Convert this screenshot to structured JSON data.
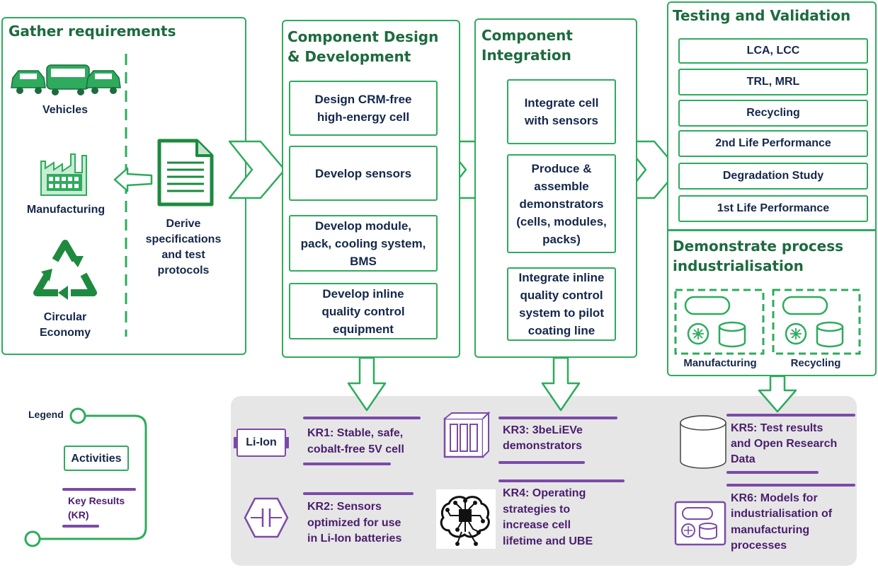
{
  "gather": {
    "title": "Gather requirements",
    "vehicles": "Vehicles",
    "manufacturing": "Manufacturing",
    "circular_line1": "Circular",
    "circular_line2": "Economy",
    "derive_line1": "Derive",
    "derive_line2": "specifications",
    "derive_line3": "and test",
    "derive_line4": "protocols"
  },
  "design": {
    "title_line1": "Component Design",
    "title_line2": "& Development",
    "box1_line1": "Design CRM-free",
    "box1_line2": "high-energy cell",
    "box2": "Develop sensors",
    "box3_line1": "Develop module,",
    "box3_line2": "pack, cooling system,",
    "box3_line3": "BMS",
    "box4_line1": "Develop inline",
    "box4_line2": "quality control",
    "box4_line3": "equipment"
  },
  "integration": {
    "title_line1": "Component",
    "title_line2": "Integration",
    "box1_line1": "Integrate cell",
    "box1_line2": "with sensors",
    "box2_line1": "Produce &",
    "box2_line2": "assemble",
    "box2_line3": "demonstrators",
    "box2_line4": "(cells, modules,",
    "box2_line5": "packs)",
    "box3_line1": "Integrate inline",
    "box3_line2": "quality control",
    "box3_line3": "system to pilot",
    "box3_line4": "coating line"
  },
  "testing": {
    "title": "Testing and Validation",
    "items": [
      "LCA, LCC",
      "TRL, MRL",
      "Recycling",
      "2nd Life Performance",
      "Degradation Study",
      "1st Life Performance"
    ]
  },
  "demonstrate": {
    "title_line1": "Demonstrate process",
    "title_line2": "industrialisation",
    "manufacturing": "Manufacturing",
    "recycling": "Recycling"
  },
  "legend": {
    "title": "Legend",
    "activities": "Activities",
    "kr_line1": "Key Results",
    "kr_line2": "(KR)"
  },
  "key_results": {
    "liion_label": "Li-Ion",
    "kr1_line1": "KR1: Stable, safe,",
    "kr1_line2": "cobalt-free 5V cell",
    "kr2_line1": "KR2: Sensors",
    "kr2_line2": "optimized for use",
    "kr2_line3": "in Li-Ion batteries",
    "kr3_line1": "KR3: 3beLiEVe",
    "kr3_line2": "demonstrators",
    "kr4_line1": "KR4: Operating",
    "kr4_line2": "strategies to",
    "kr4_line3": "increase cell",
    "kr4_line4": "lifetime and UBE",
    "kr5_line1": "KR5: Test results",
    "kr5_line2": "and Open Research",
    "kr5_line3": "Data",
    "kr6_line1": "KR6: Models for",
    "kr6_line2": "industrialisation of",
    "kr6_line3": "manufacturing",
    "kr6_line4": "processes"
  },
  "colors": {
    "green": "#2eab5d",
    "dark_green": "#1d6b3e",
    "purple": "#7b4aa8",
    "navy": "#14284b"
  }
}
